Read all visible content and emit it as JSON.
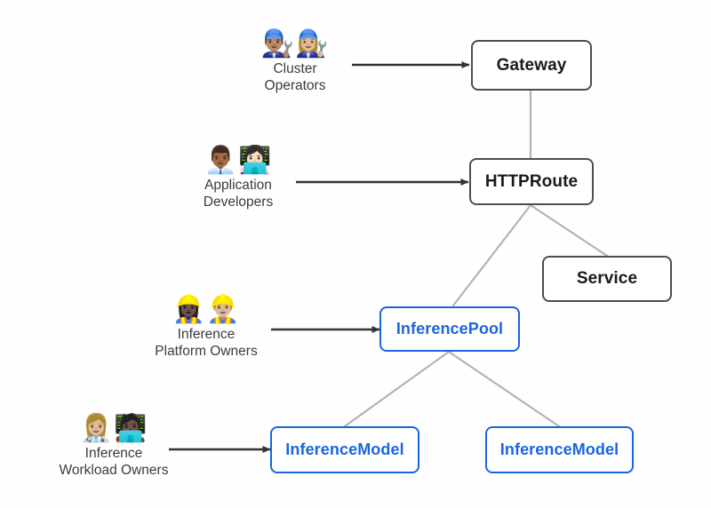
{
  "diagram": {
    "title": "Gateway API Inference Extension personas and resources",
    "background_color": "#fefefe",
    "accent_color": "#1a66e0",
    "node_border_color": "#4d4d4d",
    "connector_color": "#b3b3b3",
    "arrow_color": "#333333"
  },
  "nodes": [
    {
      "id": "gateway",
      "label": "Gateway",
      "style": "dark"
    },
    {
      "id": "httproute",
      "label": "HTTPRoute",
      "style": "dark"
    },
    {
      "id": "service",
      "label": "Service",
      "style": "dark"
    },
    {
      "id": "inferencepool",
      "label": "InferencePool",
      "style": "accent"
    },
    {
      "id": "inferencemodel1",
      "label": "InferenceModel",
      "style": "accent"
    },
    {
      "id": "inferencemodel2",
      "label": "InferenceModel",
      "style": "accent"
    }
  ],
  "personas": [
    {
      "id": "cluster-operators",
      "emoji": "👨🏽‍🔧👩🏼‍🔧",
      "label": "Cluster\nOperators",
      "target": "Gateway"
    },
    {
      "id": "application-developers",
      "emoji": "👨🏾‍💼👩🏻‍💻",
      "label": "Application\nDevelopers",
      "target": "HTTPRoute"
    },
    {
      "id": "inference-platform-owners",
      "emoji": "👷🏿‍♀️👷🏼‍♂️",
      "label": "Inference\nPlatform Owners",
      "target": "InferencePool"
    },
    {
      "id": "inference-workload-owners",
      "emoji": "👩🏼‍⚕️🧑🏿‍💻",
      "label": "Inference\nWorkload Owners",
      "target": "InferenceModel"
    }
  ],
  "connections": [
    {
      "from": "Gateway",
      "to": "HTTPRoute",
      "kind": "link"
    },
    {
      "from": "HTTPRoute",
      "to": "InferencePool",
      "kind": "link"
    },
    {
      "from": "HTTPRoute",
      "to": "Service",
      "kind": "link"
    },
    {
      "from": "InferencePool",
      "to": "InferenceModel",
      "kind": "link"
    },
    {
      "from": "InferencePool",
      "to": "InferenceModel",
      "kind": "link"
    },
    {
      "from": "Cluster Operators",
      "to": "Gateway",
      "kind": "arrow"
    },
    {
      "from": "Application Developers",
      "to": "HTTPRoute",
      "kind": "arrow"
    },
    {
      "from": "Inference Platform Owners",
      "to": "InferencePool",
      "kind": "arrow"
    },
    {
      "from": "Inference Workload Owners",
      "to": "InferenceModel",
      "kind": "arrow"
    }
  ]
}
